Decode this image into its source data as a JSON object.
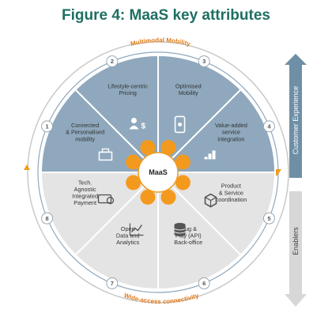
{
  "title": "Figure 4: MaaS key attributes",
  "hub": {
    "label": "MaaS"
  },
  "arcs": {
    "top": "Multimodal Mobility",
    "bottom": "Wide-access connectivity"
  },
  "side": {
    "upper": "Customer Experience",
    "lower": "Enablers"
  },
  "segments": [
    {
      "num": "1",
      "lines": [
        "Connected",
        "& Personalised",
        "mobility"
      ],
      "icon": "toolbox-icon",
      "group": "top"
    },
    {
      "num": "2",
      "lines": [
        "Lifestyle-centric",
        "Pricing"
      ],
      "icon": "person-dollar-icon",
      "group": "top"
    },
    {
      "num": "3",
      "lines": [
        "Optimised",
        "Mobility"
      ],
      "icon": "phone-icon",
      "group": "top"
    },
    {
      "num": "4",
      "lines": [
        "Value-added",
        "service",
        "integration"
      ],
      "icon": "bar-chart-icon",
      "group": "top"
    },
    {
      "num": "5",
      "lines": [
        "Product",
        "& Service",
        "coordination"
      ],
      "icon": "cubes-icon",
      "group": "bottom"
    },
    {
      "num": "6",
      "lines": [
        "Plug &",
        "Play (API)",
        "Back-office"
      ],
      "icon": "database-icon",
      "group": "bottom"
    },
    {
      "num": "7",
      "lines": [
        "Open",
        "Data and",
        "Analytics"
      ],
      "icon": "line-chart-icon",
      "group": "bottom"
    },
    {
      "num": "8",
      "lines": [
        "Tech.",
        "Agnostic",
        "Integrated",
        "Payment"
      ],
      "icon": "card-icon",
      "group": "bottom"
    }
  ],
  "colors": {
    "title": "#1e6f62",
    "top_segments": "#8fa8bd",
    "bottom_segments": "#e4e4e4",
    "accent": "#f39a1e",
    "arc_text": "#e07b1a"
  }
}
